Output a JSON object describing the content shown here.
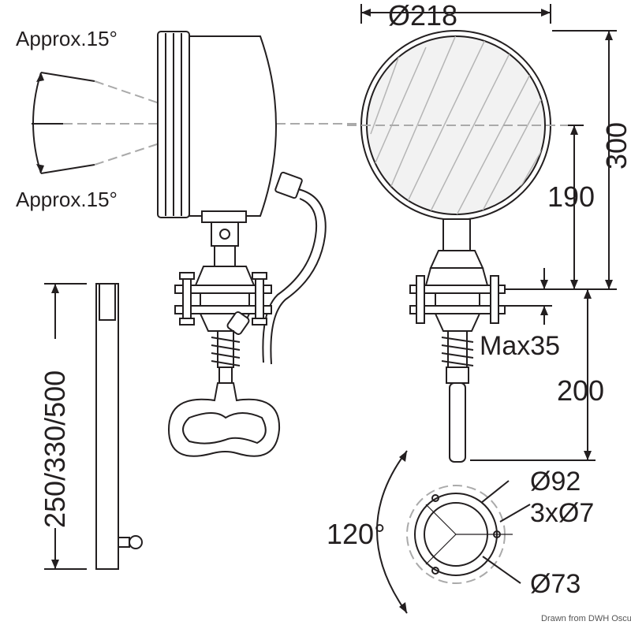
{
  "credit": "Drawn from DWH Osculati Srl",
  "dimensions": {
    "beam_upper": "Approx.15°",
    "beam_lower": "Approx.15°",
    "diameter_lens": "Ø218",
    "height_total": "300",
    "height_pivot": "190",
    "deck_thickness": "Max35",
    "shaft_length": "200",
    "column_lengths": "250/330/500",
    "flange_outer": "Ø92",
    "holes": "3xØ7",
    "flange_inner": "Ø73",
    "hole_angle": "120°"
  }
}
